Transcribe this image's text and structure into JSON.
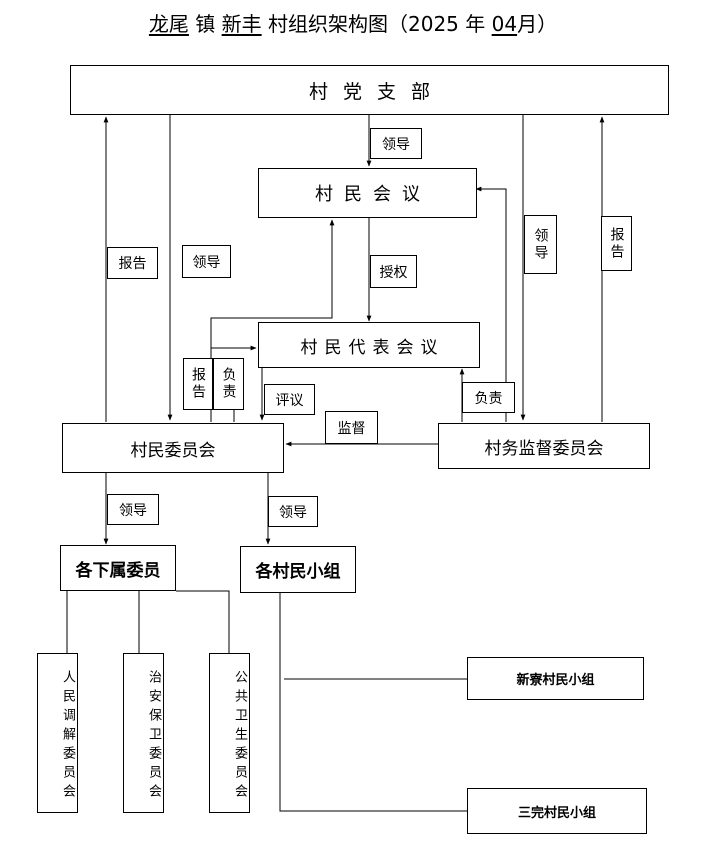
{
  "title": {
    "town": "龙尾",
    "town_suffix": "镇",
    "village": "新丰",
    "text": "村组织架构图（2025 年",
    "month": "04",
    "close": "月）"
  },
  "nodes": {
    "party_branch": "村党支部",
    "villagers_meeting": "村民会议",
    "representatives_meeting": "村民代表会议",
    "villagers_committee": "村民委员会",
    "supervision_committee": "村务监督委员会",
    "subordinate_committees": "各下属委员",
    "villager_groups": "各村民小组",
    "mediation_committee": "人民调解委员会",
    "security_committee": "治安保卫委员会",
    "health_committee": "公共卫生委员会",
    "xinliao_group": "新寮村民小组",
    "sanwan_group": "三完村民小组"
  },
  "labels": {
    "lead_1": "领导",
    "report_left": "报告",
    "lead_left": "领导",
    "authorize": "授权",
    "report_mid": "报告",
    "responsible_mid": "负责",
    "review": "评议",
    "supervise": "监督",
    "responsible_right": "负责",
    "lead_right": "领导",
    "report_right": "报告",
    "lead_sub": "领导",
    "lead_groups": "领导"
  }
}
